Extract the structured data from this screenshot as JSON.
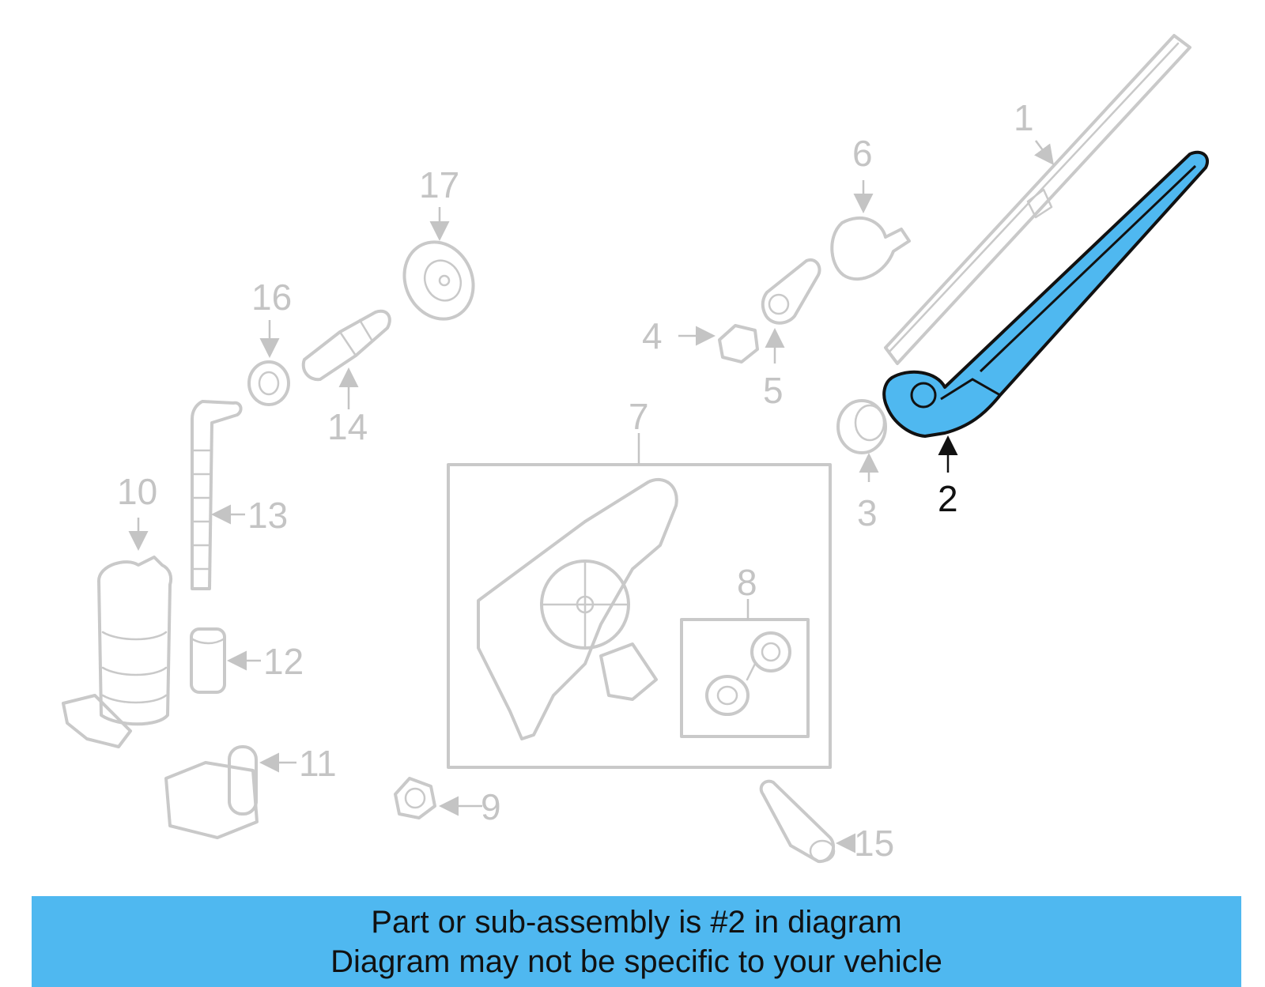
{
  "diagram": {
    "highlighted_part": "2",
    "highlight_color": "#4fb8f0",
    "ghost_color": "#c9c9c9",
    "callouts": [
      "1",
      "2",
      "3",
      "4",
      "5",
      "6",
      "7",
      "8",
      "9",
      "10",
      "11",
      "12",
      "13",
      "14",
      "15",
      "16",
      "17"
    ]
  },
  "banner": {
    "background": "#4fb8f0",
    "line1": "Part or sub-assembly is #2 in diagram",
    "line2": "Diagram may not be specific to your vehicle"
  }
}
